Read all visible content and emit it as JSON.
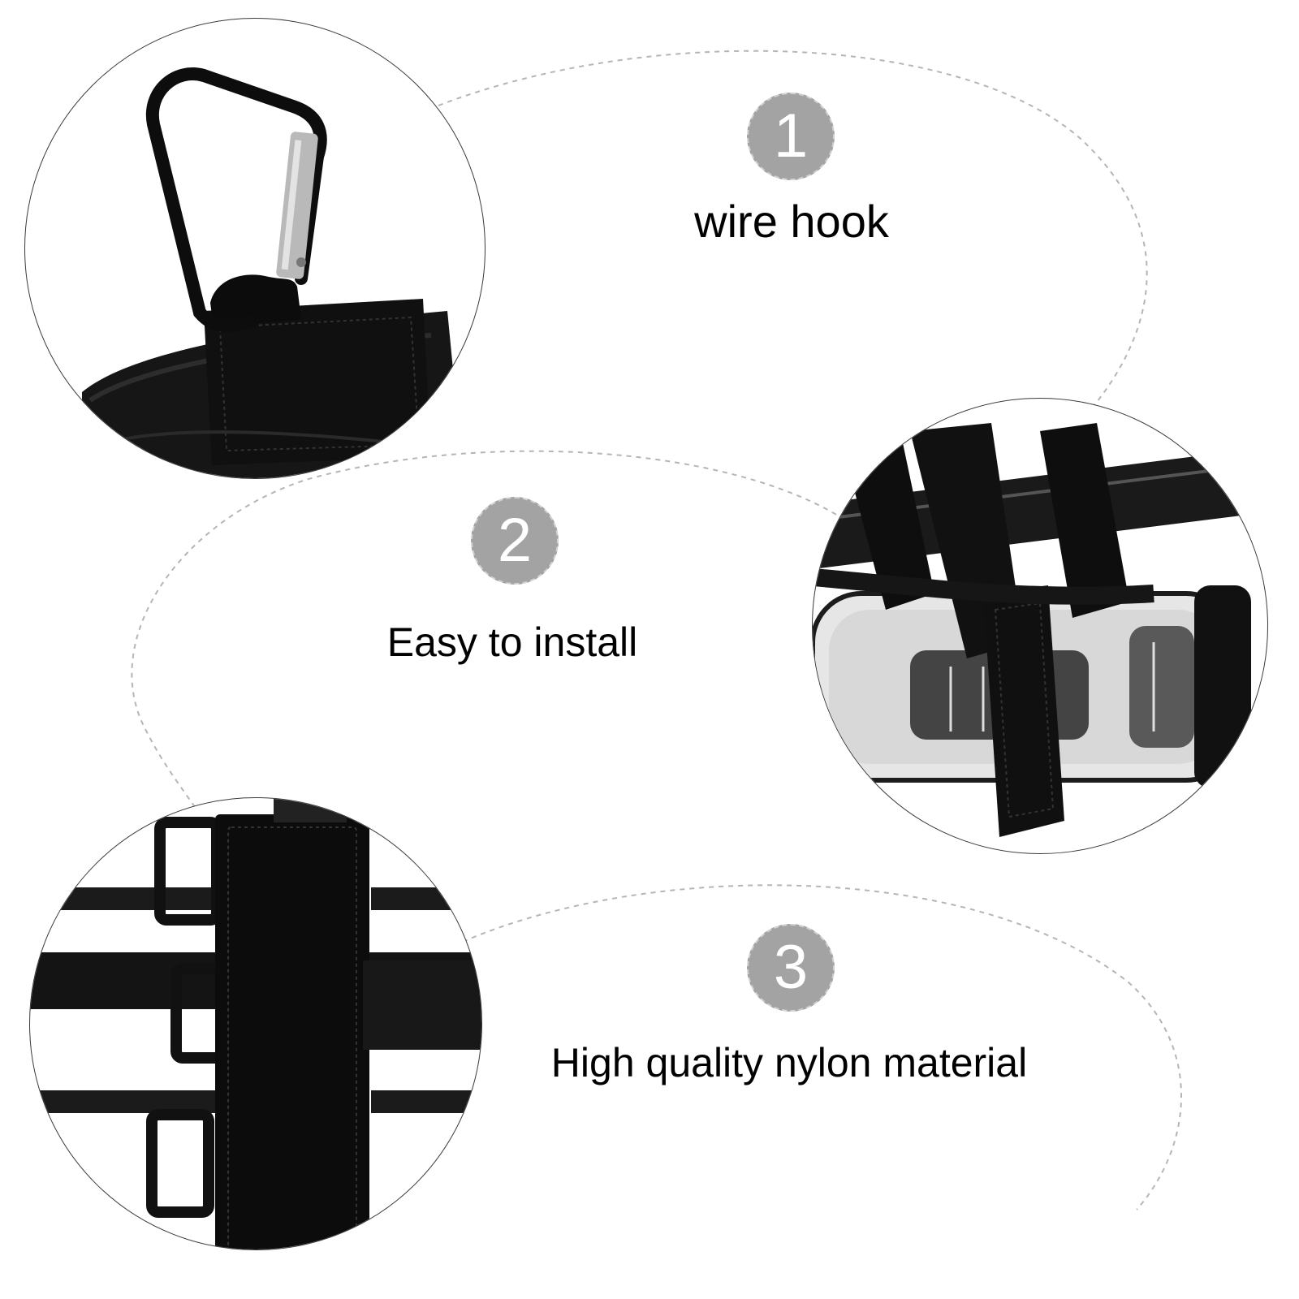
{
  "features": [
    {
      "number": "1",
      "label": "wire hook"
    },
    {
      "number": "2",
      "label": "Easy to install"
    },
    {
      "number": "3",
      "label": "High quality nylon material"
    }
  ],
  "colors": {
    "badge": "#a3a3a3",
    "badge_text": "#ffffff",
    "dash": "#b5b5b5",
    "product": "#0f0f0f",
    "metal": "#b9b9b9"
  },
  "icons": [
    "carabiner-photo",
    "bottle-mount-photo",
    "strap-back-photo"
  ]
}
